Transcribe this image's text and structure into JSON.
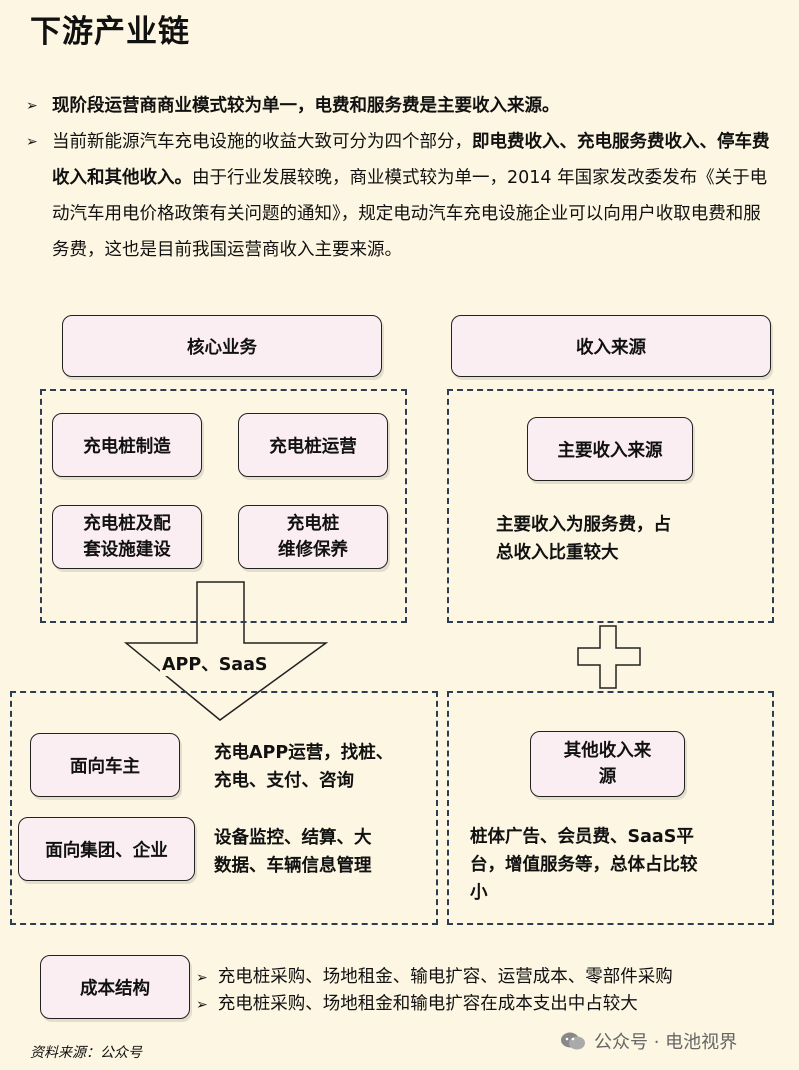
{
  "title": "下游产业链",
  "bullets": {
    "b1": "现阶段运营商商业模式较为单一，电费和服务费是主要收入来源。",
    "b2_plain1": "当前新能源汽车充电设施的收益大致可分为四个部分，",
    "b2_bold": "即电费收入、充电服务费收入、停车费收入和其他收入。",
    "b2_plain2": "由于行业发展较晚，商业模式较为单一，2014 年国家发改委发布《关于电动汽车用电价格政策有关问题的通知》，规定电动汽车充电设施企业可以向用户收取电费和服务费，这也是目前我国运营商收入主要来源。"
  },
  "core": {
    "header": "核心业务",
    "items": [
      "充电桩制造",
      "充电桩运营",
      "充电桩及配\n套设施建设",
      "充电桩\n维修保养"
    ],
    "arrow_label": "APP、SaaS"
  },
  "income": {
    "header": "收入来源",
    "main_label": "主要收入来源",
    "main_desc": "主要收入为服务费，占\n总收入比重较大",
    "other_label": "其他收入来\n源",
    "other_desc": "桩体广告、会员费、SaaS平\n台，增值服务等，总体占比较\n小"
  },
  "customers": {
    "owner_label": "面向车主",
    "owner_desc": "充电APP运营，找桩、\n充电、支付、咨询",
    "group_label": "面向集团、企业",
    "group_desc": "设备监控、结算、大\n数据、车辆信息管理"
  },
  "cost": {
    "label": "成本结构",
    "lines": [
      "充电桩采购、场地租金、输电扩容、运营成本、零部件采购",
      "充电桩采购、场地租金和输电扩容在成本支出中占较大"
    ]
  },
  "source": "资料来源：公众号",
  "watermark": "公众号 · 电池视界",
  "arrow_glyph": "➢"
}
